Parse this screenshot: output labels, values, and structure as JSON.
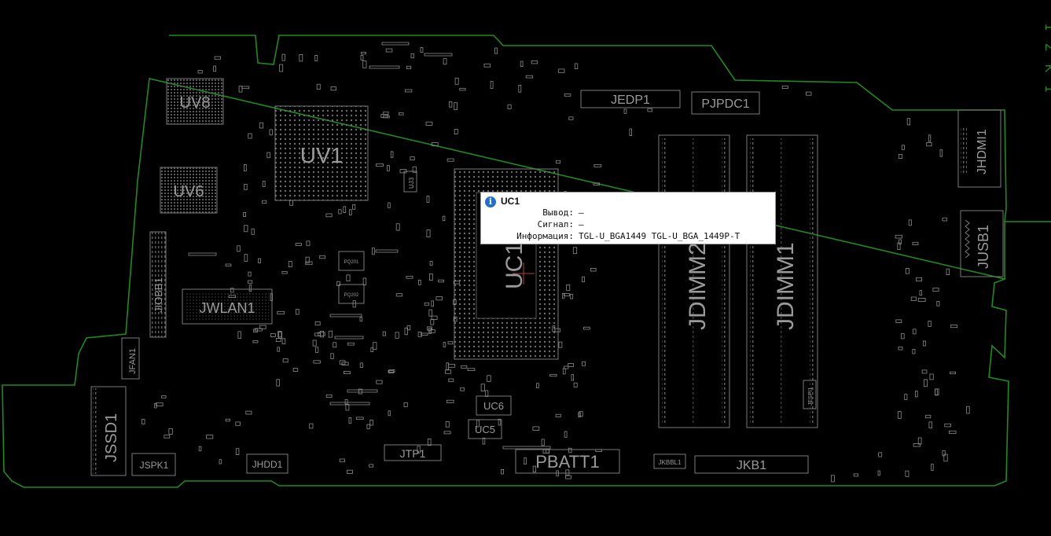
{
  "board": {
    "outline_color": "#1f8a1f",
    "part_color": "#8a8a8a",
    "components": {
      "UV8": "UV8",
      "UV1": "UV1",
      "UV6": "UV6",
      "JWLAN1": "JWLAN1",
      "JIOBB1": "JIOBB1",
      "JFAN1": "JFAN1",
      "JSSD1": "JSSD1",
      "JSPK1": "JSPK1",
      "JHDD1": "JHDD1",
      "JTP1": "JTP1",
      "PBATT1": "PBATT1",
      "JKBBL1": "JKBBL1",
      "JKB1": "JKB1",
      "JEDP1": "JEDP1",
      "PJPDC1": "PJPDC1",
      "JHDMI1": "JHDMI1",
      "JUSB1": "JUSB1",
      "JDIMM2": "JDIMM2",
      "JDIMM1": "JDIMM1",
      "UC1": "UC1",
      "UC6": "UC6",
      "UC5": "UC5",
      "UJ3": "UJ3",
      "JESPI1": "JESPI1",
      "PQ201": "PQ201",
      "PQ202": "PQ202"
    },
    "edge_text": "1 Z K 1"
  },
  "tooltip": {
    "title": "UC1",
    "rows": [
      {
        "label": "Вывод:",
        "value": "—"
      },
      {
        "label": "Сигнал:",
        "value": "—"
      },
      {
        "label": "Информация:",
        "value": "TGL-U_BGA1449 TGL-U_BGA_1449P-T"
      }
    ]
  }
}
